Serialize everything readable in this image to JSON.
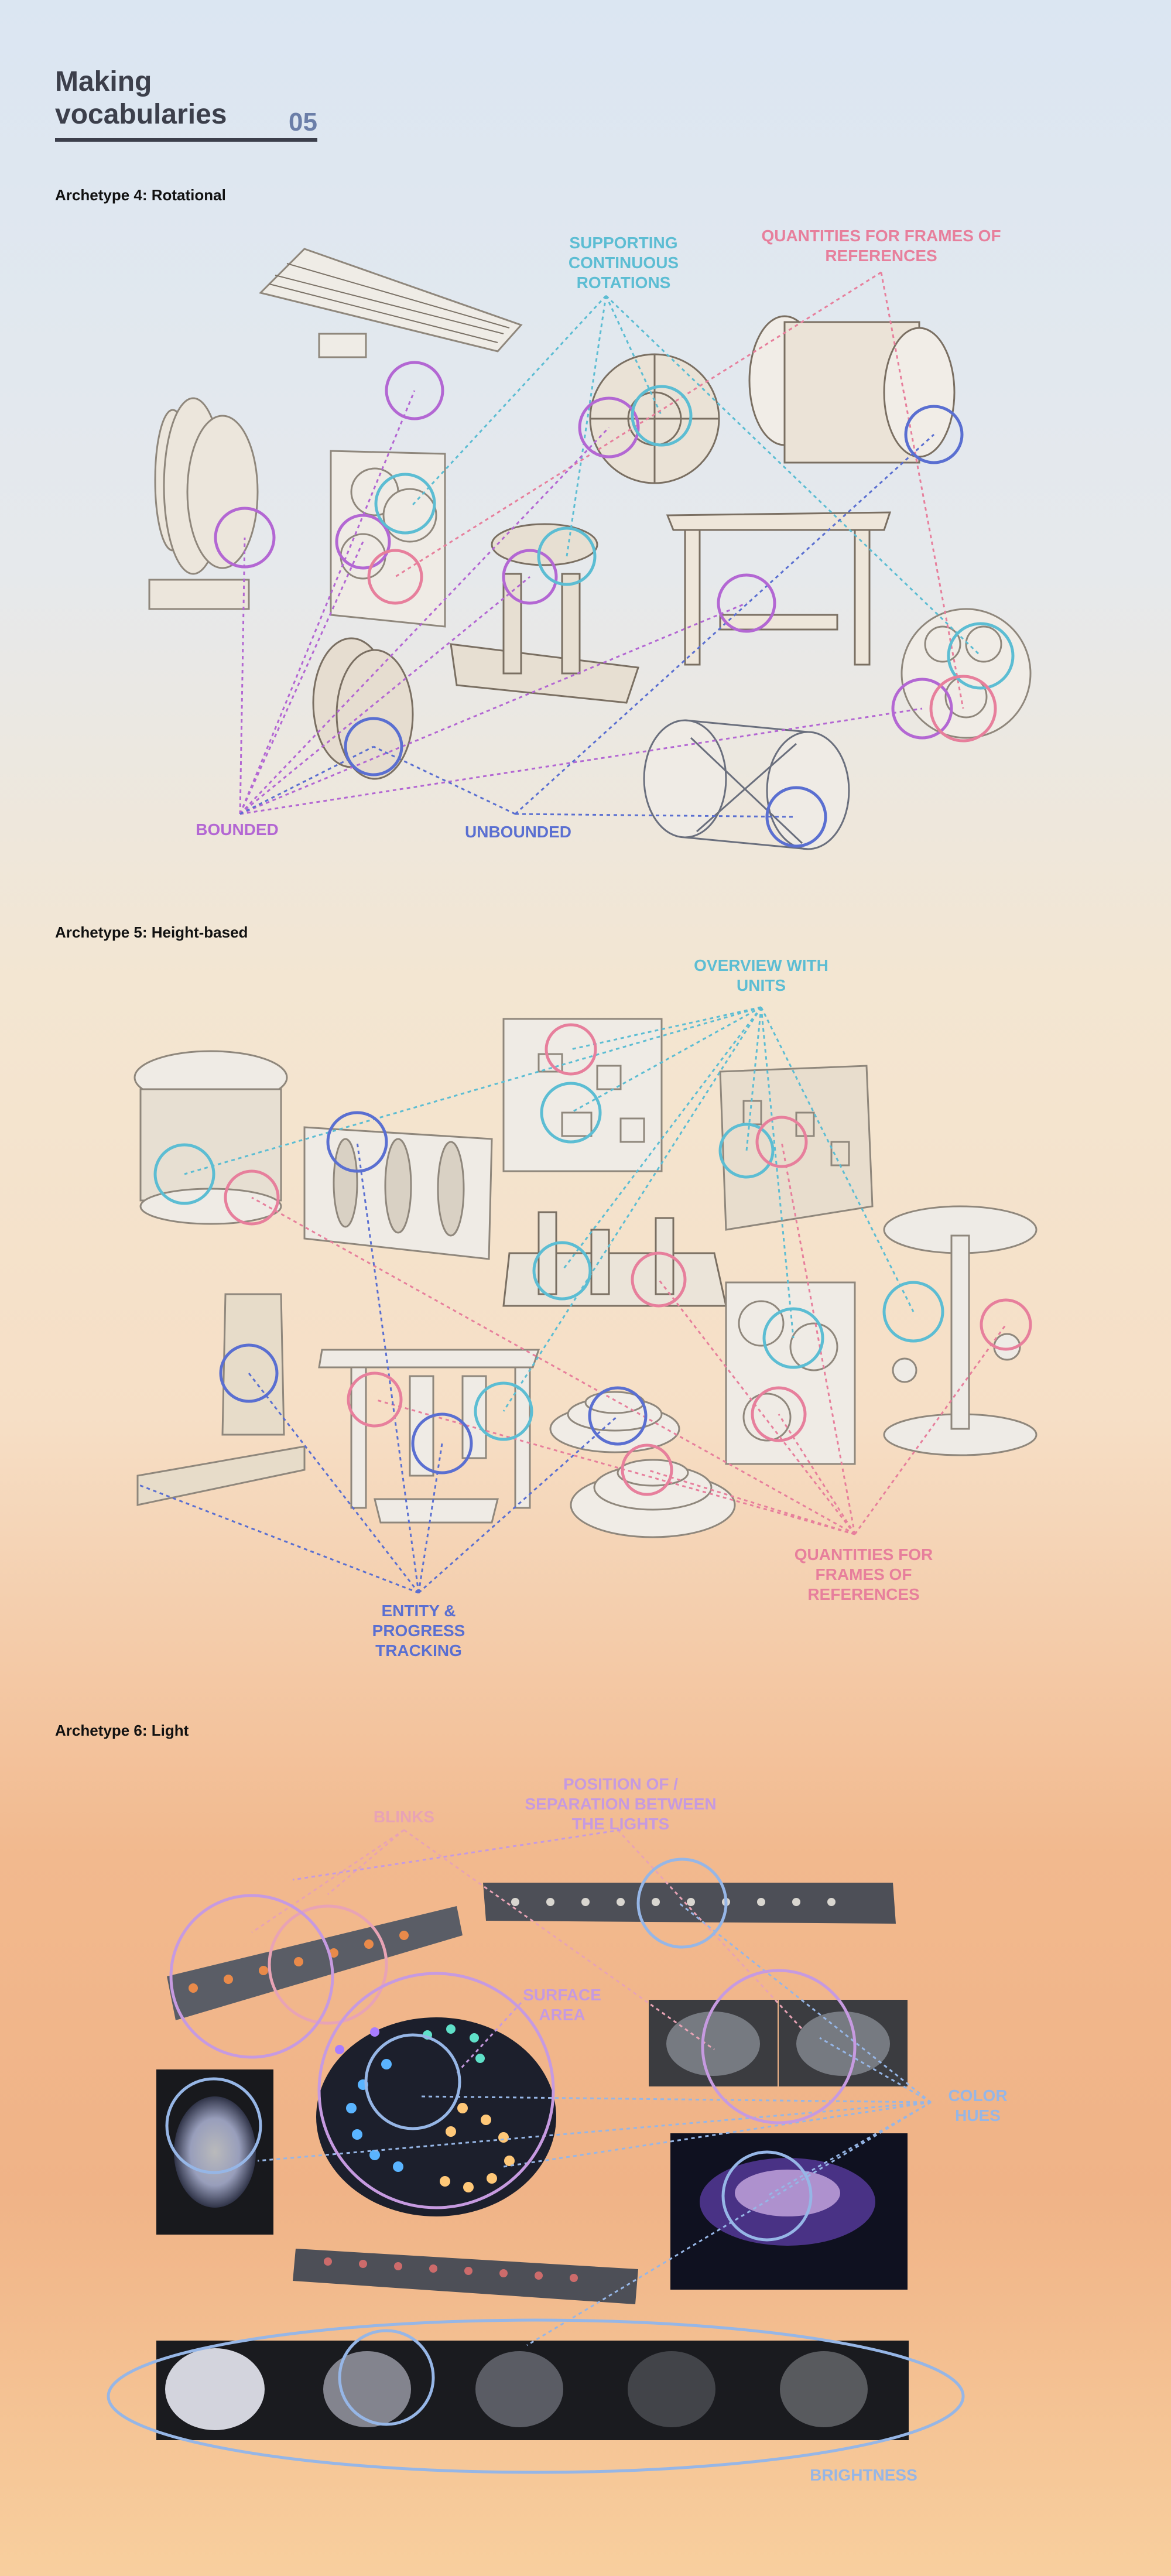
{
  "header": {
    "title_line1": "Making",
    "title_line2": "vocabularies",
    "page_number": "05"
  },
  "sections": {
    "rotational": {
      "title": "Archetype 4: Rotational",
      "labels": {
        "supporting": "SUPPORTING CONTINUOUS ROTATIONS",
        "quantities": "QUANTITIES FOR FRAMES OF REFERENCES",
        "bounded": "BOUNDED",
        "unbounded": "UNBOUNDED"
      }
    },
    "height": {
      "title": "Archetype 5: Height-based",
      "labels": {
        "overview": "OVERVIEW WITH UNITS",
        "entity": "ENTITY & PROGRESS TRACKING",
        "quantities": "QUANTITIES FOR FRAMES OF REFERENCES"
      }
    },
    "light": {
      "title": "Archetype 6: Light",
      "labels": {
        "blinks": "BLINKS",
        "position": "POSITION OF / SEPARATION BETWEEN THE LIGHTS",
        "surface": "SURFACE AREA",
        "color": "COLOR HUES",
        "brightness": "BRIGHTNESS"
      }
    }
  },
  "colors": {
    "cyan": "#5cbdd3",
    "pink": "#e77f9c",
    "purple": "#b367d3",
    "blue": "#5a6fd1",
    "light_pink": "#e8a3b5",
    "light_purple": "#c69ae0",
    "light_blue": "#96b6e6"
  },
  "icons": [
    "wooden-model",
    "annotation-circle",
    "dashed-connector",
    "led-photo"
  ]
}
